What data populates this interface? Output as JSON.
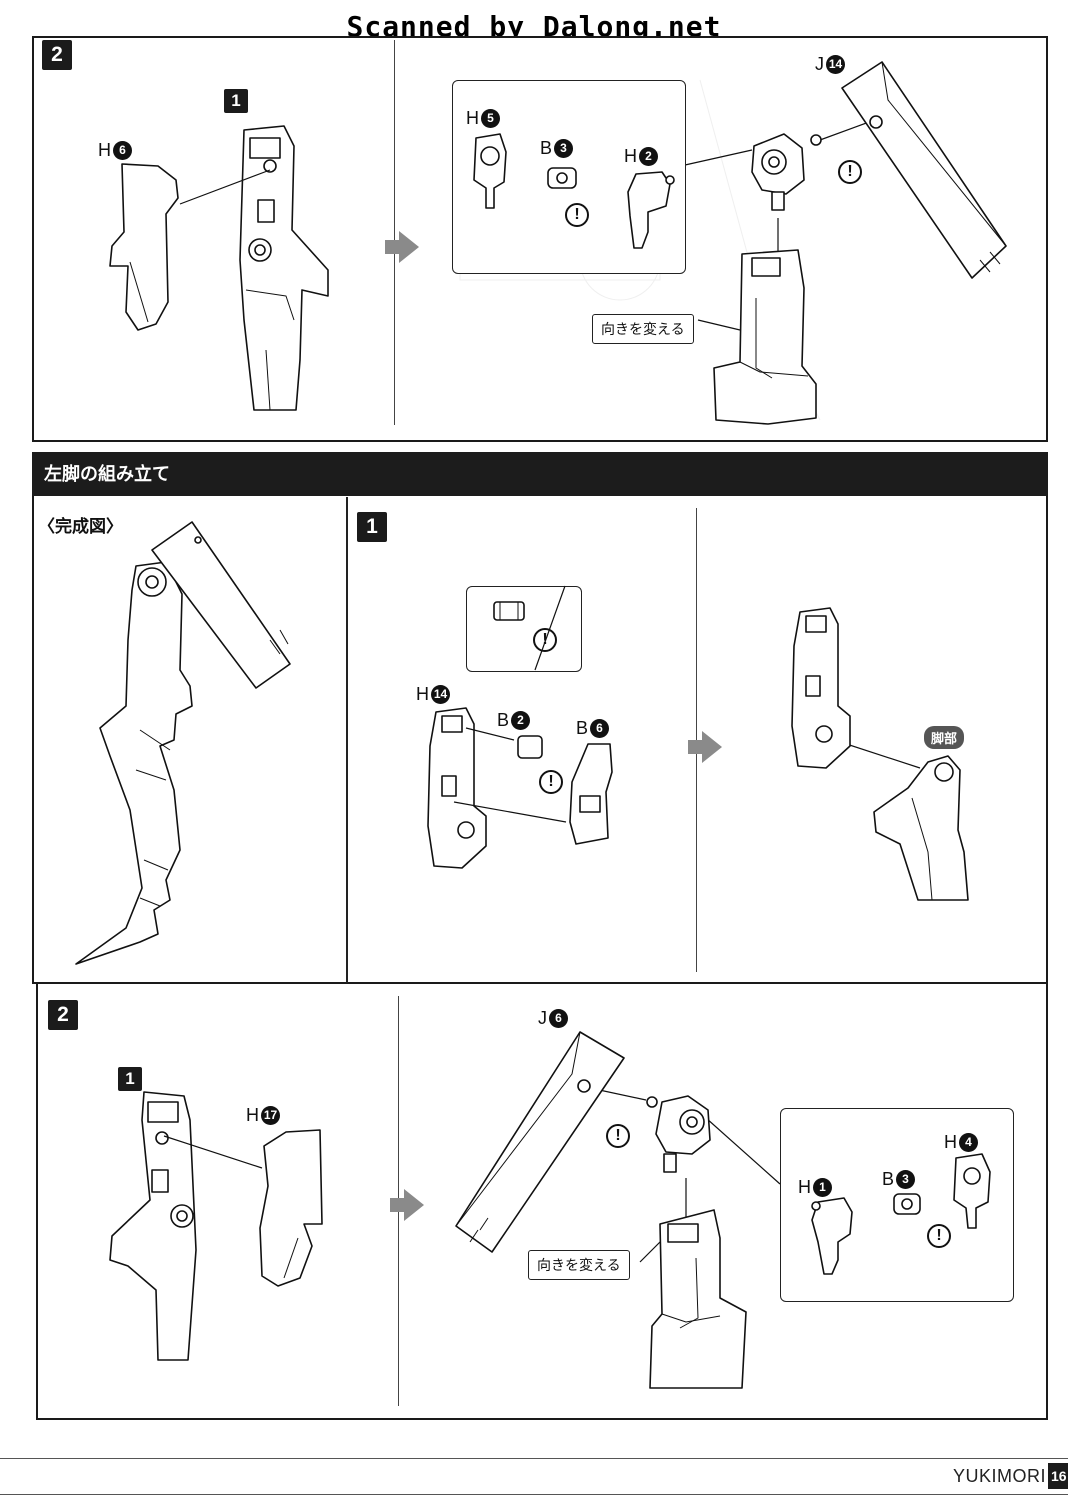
{
  "watermark": "Scanned by Dalong.net",
  "top_section": {
    "step_label": "2",
    "sub_step_label": "1",
    "parts": {
      "h6": {
        "letter": "H",
        "num": "6"
      },
      "h5": {
        "letter": "H",
        "num": "5"
      },
      "b3": {
        "letter": "B",
        "num": "3"
      },
      "h2": {
        "letter": "H",
        "num": "2"
      },
      "j14": {
        "letter": "J",
        "num": "14"
      }
    },
    "callout": "向きを変える"
  },
  "left_leg": {
    "title": "左脚の組み立て",
    "completed_label": "〈完成図〉",
    "step1": {
      "step_label": "1",
      "parts": {
        "h14": {
          "letter": "H",
          "num": "14"
        },
        "b2": {
          "letter": "B",
          "num": "2"
        },
        "b6": {
          "letter": "B",
          "num": "6"
        }
      },
      "leg_badge": "脚部"
    },
    "step2": {
      "step_label": "2",
      "sub_step_label": "1",
      "parts": {
        "h17": {
          "letter": "H",
          "num": "17"
        },
        "j6": {
          "letter": "J",
          "num": "6"
        },
        "h4": {
          "letter": "H",
          "num": "4"
        },
        "h1": {
          "letter": "H",
          "num": "1"
        },
        "b3": {
          "letter": "B",
          "num": "3"
        }
      },
      "callout": "向きを変える"
    }
  },
  "warning_glyph": "!",
  "footer": {
    "brand": "YUKIMORI",
    "page": "16"
  }
}
